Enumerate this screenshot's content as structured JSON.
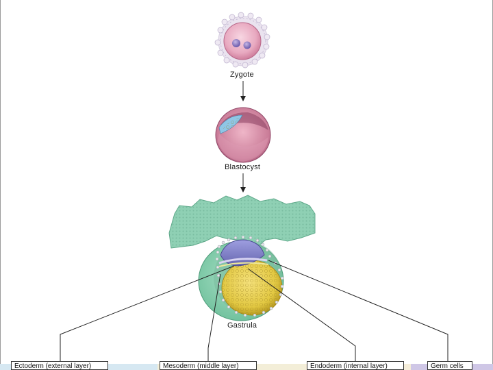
{
  "stages": {
    "zygote": "Zygote",
    "blastocyst": "Blastocyst",
    "gastrula": "Gastrula"
  },
  "germ_layers": {
    "ectoderm": "Ectoderm (external layer)",
    "mesoderm": "Mesoderm (middle layer)",
    "endoderm": "Endoderm (internal layer)",
    "germ_cells": "Germ cells"
  },
  "colors": {
    "ectoderm_strip": "#d6e8f2",
    "mesoderm_strip": "#f3eed8",
    "endoderm_strip": "#f5edd9",
    "germ_cells_strip": "#cfc7e6",
    "zygote": "#e8a9c0",
    "blastocyst": "#c97b97",
    "trophoblast": "#8fd0b4",
    "yolk_sac": "#e2c842",
    "amnion": "#7f7fc4"
  }
}
